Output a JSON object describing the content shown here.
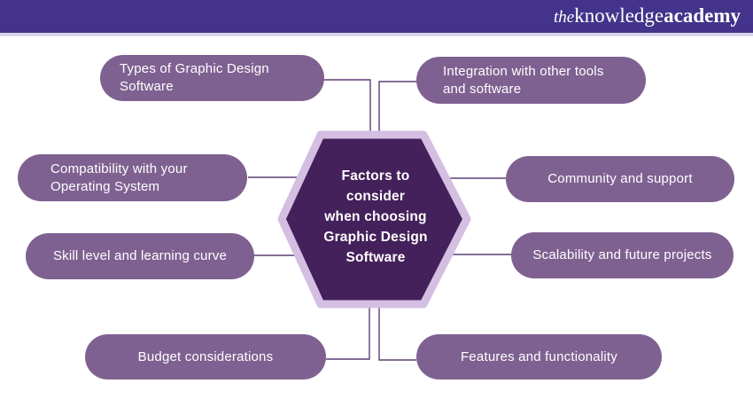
{
  "header": {
    "logo": {
      "prefix": "the",
      "mid": "knowledge",
      "suffix": "academy"
    }
  },
  "colors": {
    "header_bg": "#43338a",
    "header_divider": "#d9d3ea",
    "bubble_fill": "#7f6191",
    "hexagon_fill": "#44215a",
    "hexagon_border": "#d4bfe3",
    "connector_line": "#5b3d75",
    "text": "#ffffff"
  },
  "diagram": {
    "center": {
      "lines": [
        "Factors to",
        "consider",
        "when choosing",
        "Graphic Design",
        "Software"
      ]
    },
    "nodes": [
      {
        "id": "types-of-graphic-design-software",
        "lines": [
          "Types of Graphic Design",
          "Software"
        ]
      },
      {
        "id": "integration-with-other-tools",
        "lines": [
          "Integration with other tools",
          "and software"
        ]
      },
      {
        "id": "compatibility-operating-system",
        "lines": [
          "Compatibility with your",
          "Operating System"
        ]
      },
      {
        "id": "community-and-support",
        "lines": [
          "Community and support"
        ]
      },
      {
        "id": "skill-level-learning-curve",
        "lines": [
          "Skill level and learning curve"
        ]
      },
      {
        "id": "scalability-future-projects",
        "lines": [
          "Scalability and future projects"
        ]
      },
      {
        "id": "budget-considerations",
        "lines": [
          "Budget considerations"
        ]
      },
      {
        "id": "features-and-functionality",
        "lines": [
          "Features and functionality"
        ]
      }
    ]
  }
}
